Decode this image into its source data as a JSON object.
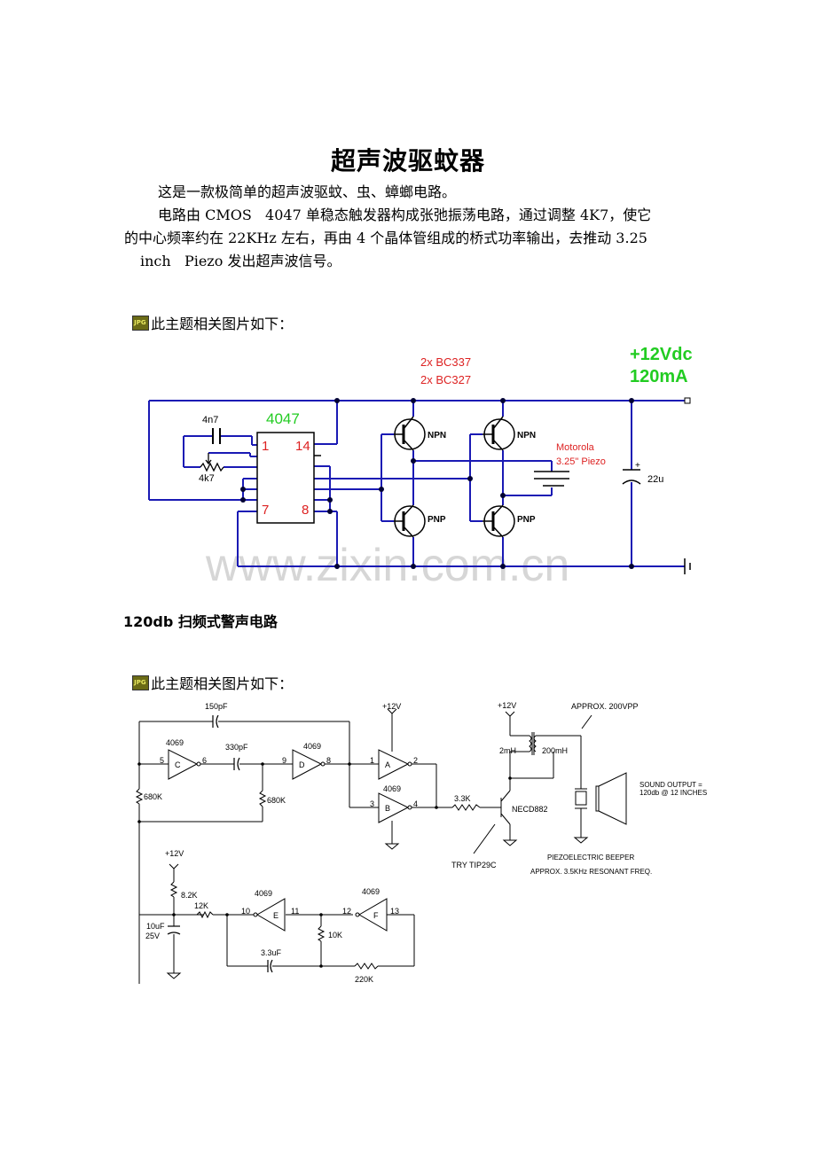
{
  "doc": {
    "title": "超声波驱蚊器",
    "intro_line": "这是一款极简单的超声波驱蚊、虫、蟑螂电路。",
    "desc_line1": "电路由 CMOS   4047 单稳态触发器构成张弛振荡电路，通过调整 4K7，使它",
    "desc_line2": "的中心频率约在 22KHz 左右，再由 4 个晶体管组成的桥式功率输出，去推动 3.25",
    "desc_line3": "inch   Piezo 发出超声波信号。",
    "image_caption_1": "此主题相关图片如下：",
    "section2_title": "120db 扫频式警声电路",
    "image_caption_2": "此主题相关图片如下：",
    "icon_label": "JPG",
    "icon_name": "jpg-file-icon"
  },
  "circuit1": {
    "chip_label": "4047",
    "pin_1": "1",
    "pin_14": "14",
    "pin_7": "7",
    "pin_8": "8",
    "cap_label": "4n7",
    "pot_label": "4k7",
    "transistor_line1": "2x BC337",
    "transistor_line2": "2x BC327",
    "supply_voltage": "+12Vdc",
    "supply_current": "120mA",
    "npn_label": "NPN",
    "pnp_label": "PNP",
    "piezo_line1": "Motorola",
    "piezo_line2": "3.25\" Piezo",
    "cap2_label": "22u",
    "cap2_polarity": "+",
    "watermark": "www.zixin.com.cn",
    "colors": {
      "wire": "#1a1ab4",
      "chip_label": "#22cc22",
      "pins": "#dd2222",
      "annotation": "#dd2222",
      "supply": "#22cc22"
    }
  },
  "circuit2": {
    "c150": "150pF",
    "c330": "330pF",
    "ic": "4069",
    "gate_c": "C",
    "gate_d": "D",
    "gate_a": "A",
    "gate_b": "B",
    "gate_e": "E",
    "gate_f": "F",
    "pins": {
      "p5": "5",
      "p6": "6",
      "p9": "9",
      "p8": "8",
      "p1": "1",
      "p2": "2",
      "p3": "3",
      "p4": "4",
      "p10": "10",
      "p11": "11",
      "p12": "12",
      "p13": "13"
    },
    "r680a": "680K",
    "r680b": "680K",
    "vcc": "+12V",
    "r33": "3.3K",
    "transistor": "NECD882",
    "try_note": "TRY TIP29C",
    "l1": "2mH",
    "l2": "200mH",
    "vpp_note": "APPROX. 200VPP",
    "sound_line1": "SOUND OUTPUT =",
    "sound_line2": "120db @ 12 INCHES",
    "beeper_line1": "PIEZOELECTRIC BEEPER",
    "beeper_line2": "APPROX. 3.5KHz RESONANT FREQ.",
    "r82": "8.2K",
    "r12": "12K",
    "c10_line1": "10uF",
    "c10_line2": "25V",
    "r10": "10K",
    "c33": "3.3uF",
    "r220": "220K"
  }
}
